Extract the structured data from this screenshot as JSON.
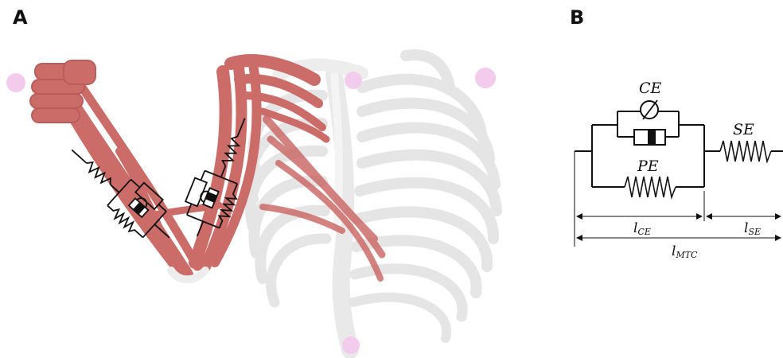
{
  "panels": {
    "a_label": "A",
    "b_label": "B"
  },
  "schematic": {
    "ce": "CE",
    "pe": "PE",
    "se": "SE",
    "l_ce_main": "l",
    "l_ce_sub": "CE",
    "l_se_main": "l",
    "l_se_sub": "SE",
    "l_mtc_main": "l",
    "l_mtc_sub": "MTC"
  },
  "colors": {
    "muscle": "#c8605c",
    "bone": "#efefef",
    "marker": "#f3c7ec",
    "line": "#111111"
  },
  "icons": [
    "arm-muscle-model",
    "rib-cage",
    "spring-icon",
    "damper-icon",
    "contractile-element-icon"
  ]
}
